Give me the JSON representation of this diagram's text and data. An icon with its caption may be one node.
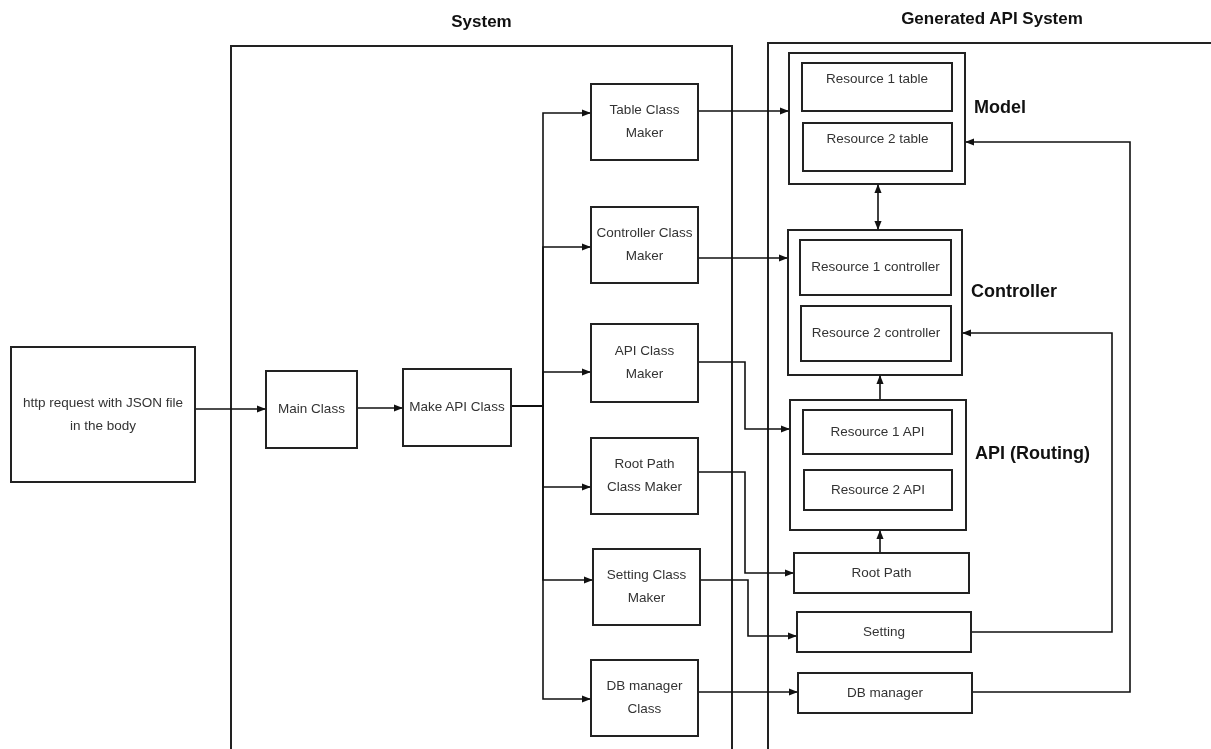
{
  "diagram": {
    "nodes": [
      {
        "text": [
          "http request with JSON file in the body"
        ]
      },
      {
        "text": [
          "System"
        ]
      },
      {
        "text": [
          "Main Class"
        ],
        "in": 1
      },
      {
        "text": [
          "Make API Class"
        ],
        "in": 1
      },
      {
        "text": [
          "Table Class Maker"
        ],
        "in": 1
      },
      {
        "text": [
          "Controller Class Maker"
        ],
        "in": 1
      },
      {
        "text": [
          "API Class Maker"
        ],
        "in": 1
      },
      {
        "text": [
          "Root Path Class Maker"
        ],
        "in": 1
      },
      {
        "text": [
          "Setting Class Maker"
        ],
        "in": 1
      },
      {
        "text": [
          "DB manager Class"
        ],
        "in": 1
      },
      {
        "text": [
          "Generated API System"
        ]
      },
      {
        "text": [
          "Model"
        ],
        "in": 10
      },
      {
        "text": [
          "Resource 1 table"
        ],
        "in": 11
      },
      {
        "text": [
          "Resource 2 table"
        ],
        "in": 11
      },
      {
        "text": [
          "Controller"
        ],
        "in": 10
      },
      {
        "text": [
          "Resource 1 controller"
        ],
        "in": 14
      },
      {
        "text": [
          "Resource 2 controller"
        ],
        "in": 14
      },
      {
        "text": [
          "API (Routing)"
        ],
        "in": 10
      },
      {
        "text": [
          "Resource 1 API"
        ],
        "in": 17
      },
      {
        "text": [
          "Resource 2 API"
        ],
        "in": 17
      },
      {
        "text": [
          "Root Path"
        ],
        "in": 10
      },
      {
        "text": [
          "Setting"
        ],
        "in": 10
      },
      {
        "text": [
          "DB manager"
        ],
        "in": 10
      }
    ],
    "edges": [
      {
        "from": 0,
        "to": 2,
        "arrow": "to"
      },
      {
        "from": 2,
        "to": 3,
        "arrow": "to"
      },
      {
        "from": 3,
        "to": 4,
        "arrow": "to"
      },
      {
        "from": 3,
        "to": 5,
        "arrow": "to"
      },
      {
        "from": 3,
        "to": 6,
        "arrow": "to"
      },
      {
        "from": 3,
        "to": 7,
        "arrow": "to"
      },
      {
        "from": 3,
        "to": 8,
        "arrow": "to"
      },
      {
        "from": 3,
        "to": 9,
        "arrow": "to"
      },
      {
        "from": 4,
        "to": 11,
        "arrow": "to"
      },
      {
        "from": 5,
        "to": 14,
        "arrow": "to"
      },
      {
        "from": 6,
        "to": 17,
        "arrow": "to"
      },
      {
        "from": 7,
        "to": 20,
        "arrow": "to"
      },
      {
        "from": 8,
        "to": 21,
        "arrow": "to"
      },
      {
        "from": 9,
        "to": 22,
        "arrow": "to"
      },
      {
        "from": 11,
        "to": 14,
        "arrow": "both"
      },
      {
        "from": 17,
        "to": 14,
        "arrow": "to"
      },
      {
        "from": 20,
        "to": 17,
        "arrow": "to"
      },
      {
        "from": 21,
        "to": 14,
        "arrow": "to"
      },
      {
        "from": 22,
        "to": 11,
        "arrow": "to"
      }
    ]
  }
}
